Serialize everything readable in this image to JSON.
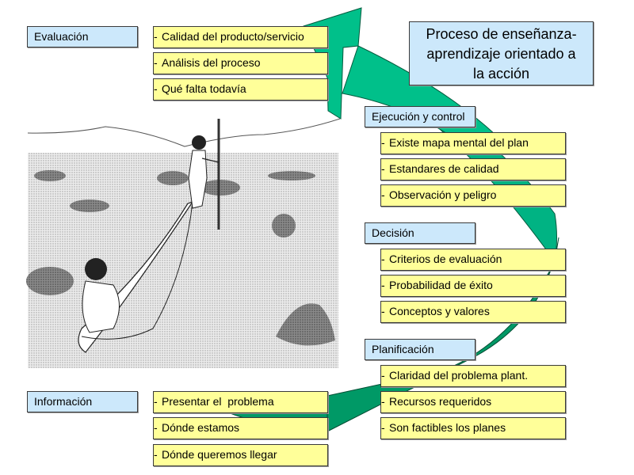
{
  "title": {
    "lines": [
      "Proceso de enseñanza-",
      "aprendizaje orientado a",
      "la acción"
    ]
  },
  "colors": {
    "arrow": "#00b383",
    "arrow_dark": "#009966",
    "stage_fill": "#cce8fb",
    "item_fill": "#ffff99"
  },
  "stages": {
    "evaluacion": {
      "label": "Evaluación",
      "items": [
        "Calidad del producto/servicio",
        "Análisis del proceso",
        "Qué falta todavía"
      ]
    },
    "ejecucion": {
      "label": "Ejecución y control",
      "items": [
        "Existe mapa mental del plan",
        "Estandares de calidad",
        "Observación y peligro"
      ]
    },
    "decision": {
      "label": "Decisión",
      "items": [
        "Criterios de evaluación",
        "Probabilidad de éxito",
        "Conceptos y valores"
      ]
    },
    "planificacion": {
      "label": "Planificación",
      "items": [
        "Claridad del problema plant.",
        "Recursos requeridos",
        "Son factibles los planes"
      ]
    },
    "informacion": {
      "label": "Información",
      "items": [
        "Presentar el  problema",
        "Dónde estamos",
        "Dónde queremos llegar"
      ]
    }
  },
  "item_prefix": "-",
  "illustration": {
    "description": "Two people in a canoe on a lake, one standing with a pole"
  }
}
